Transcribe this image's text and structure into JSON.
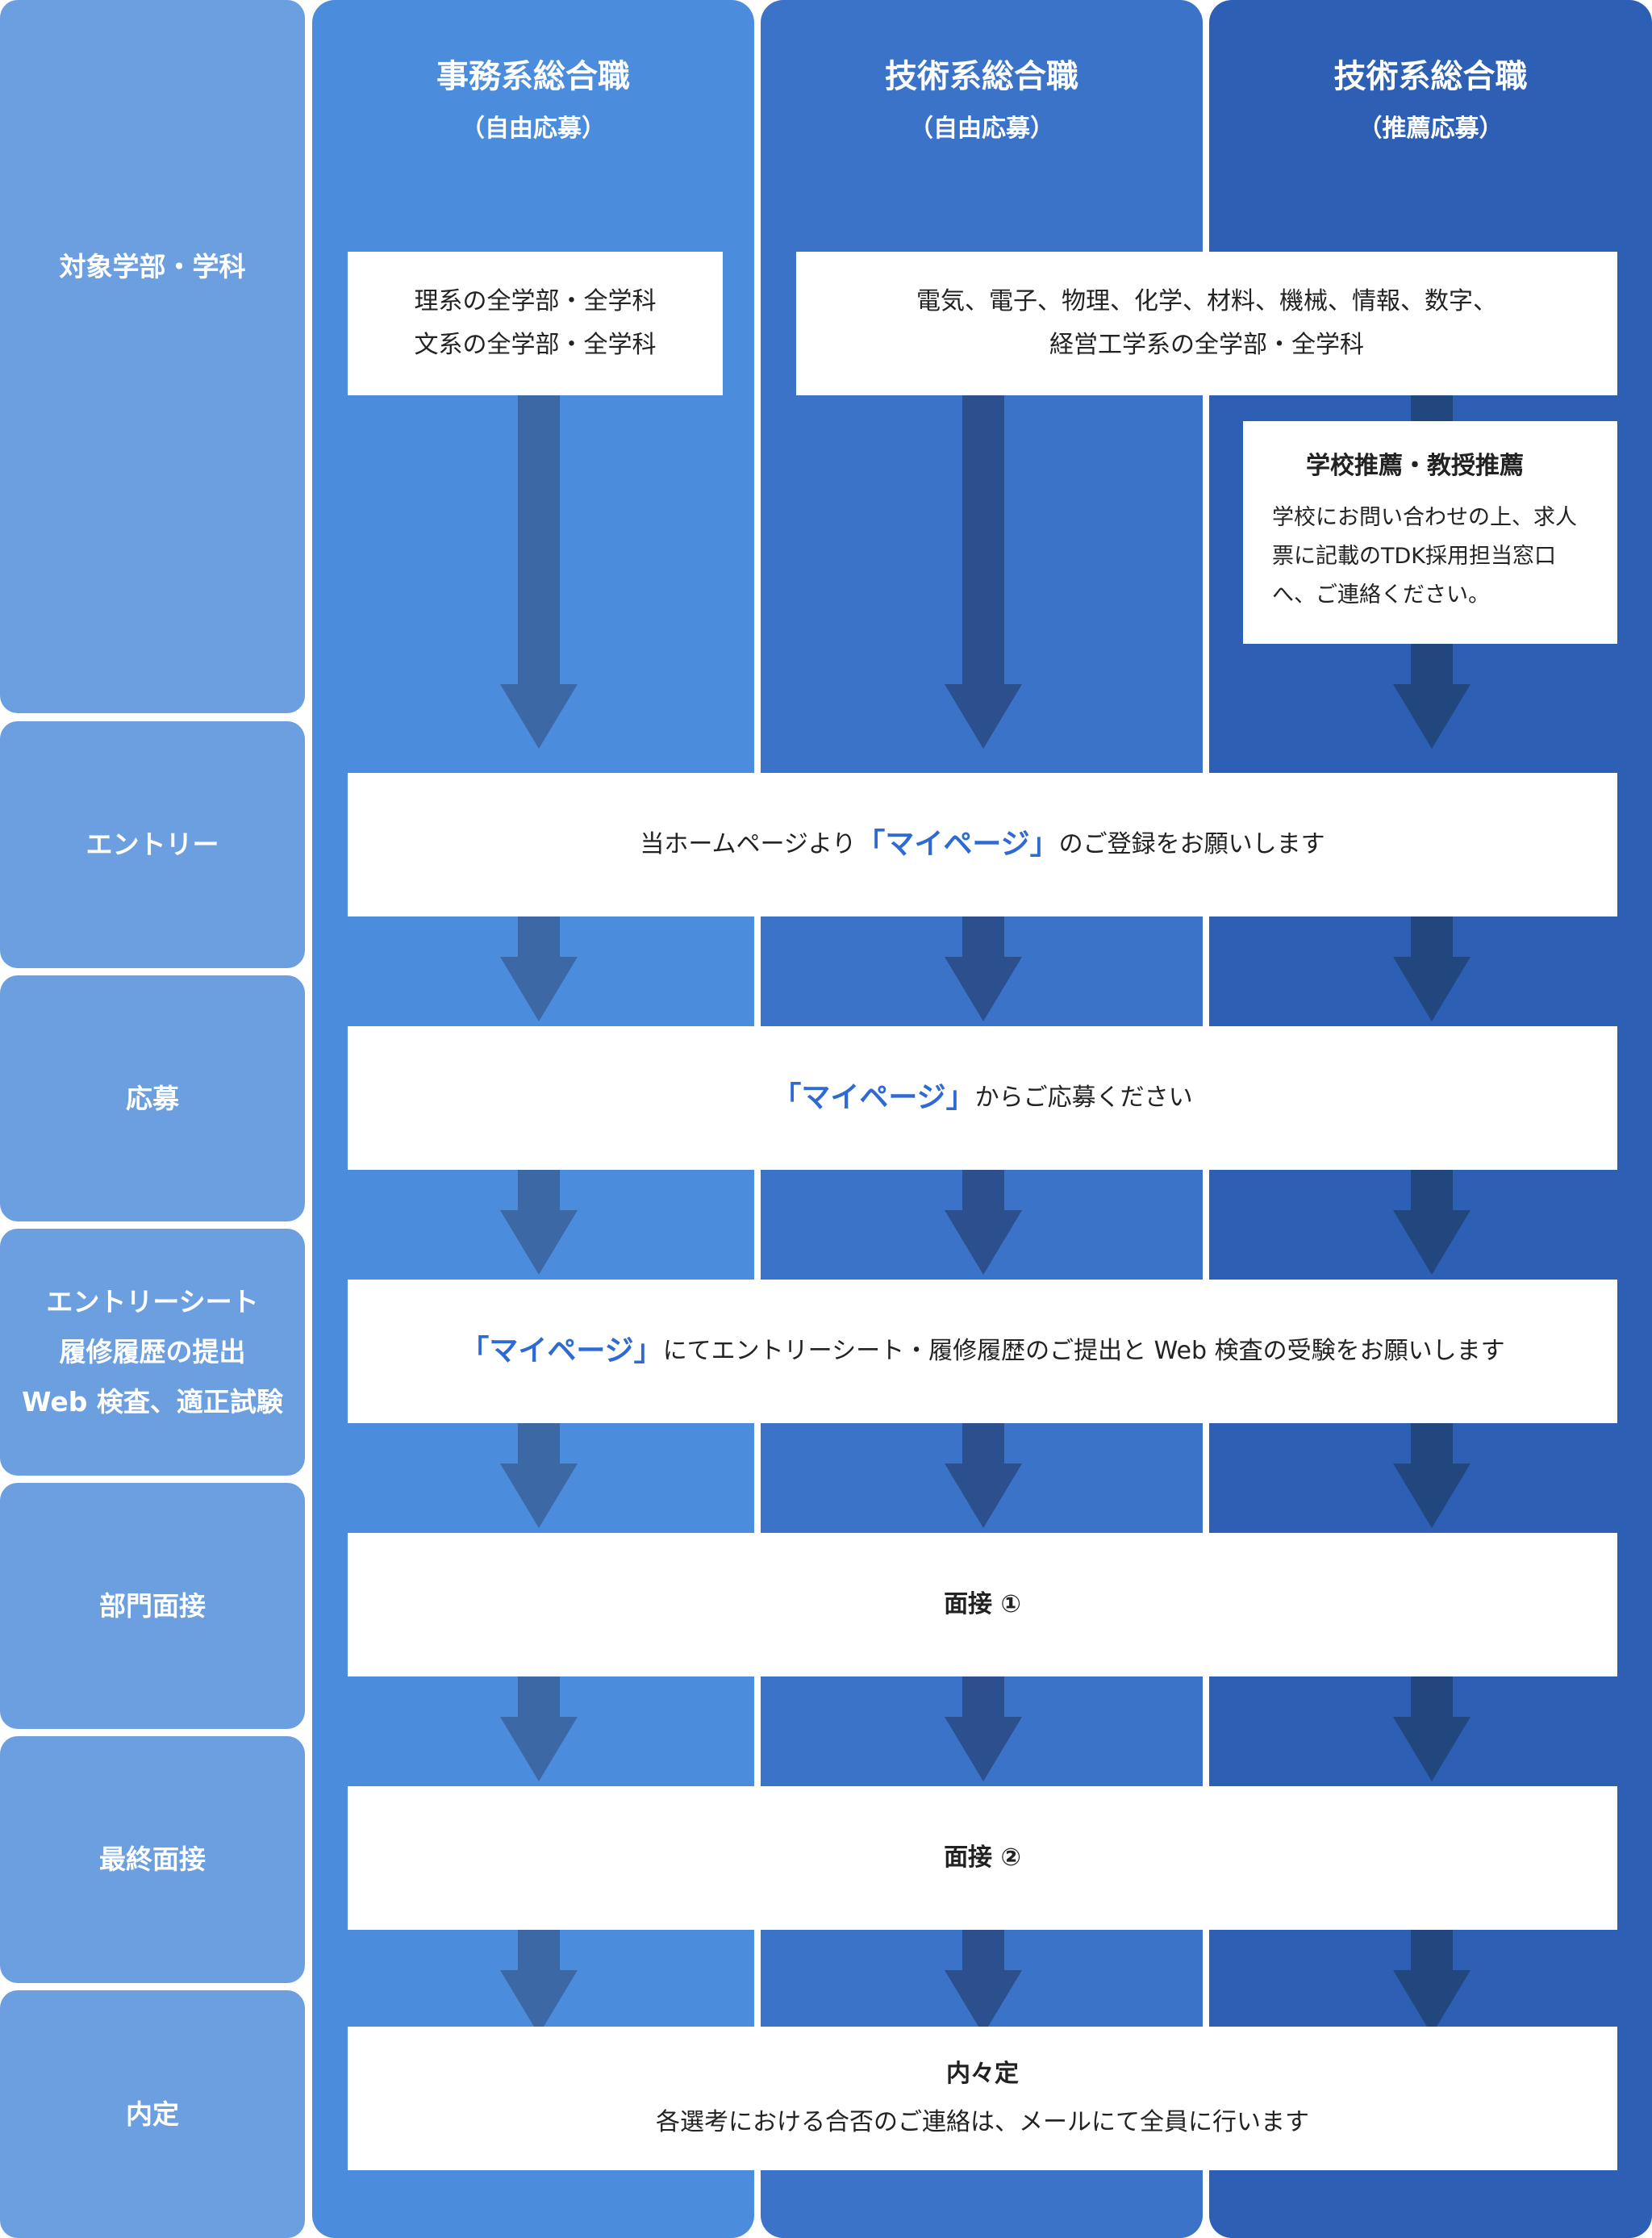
{
  "colors": {
    "label_bg": "#6b9fe0",
    "col1_bg": "#4b8cdc",
    "col2_bg": "#3a73c7",
    "col3_bg": "#2d5fb5",
    "arrow1": "#3d68a6",
    "arrow2": "#2c4f8e",
    "arrow3": "#22467e",
    "highlight": "#2f6ad4"
  },
  "columns": [
    {
      "title": "事務系総合職",
      "sub": "（自由応募）"
    },
    {
      "title": "技術系総合職",
      "sub": "（自由応募）"
    },
    {
      "title": "技術系総合職",
      "sub": "（推薦応募）"
    }
  ],
  "rows": [
    {
      "label": "対象学部・学科"
    },
    {
      "label": "エントリー"
    },
    {
      "label": "応募"
    },
    {
      "label_lines": [
        "エントリーシート",
        "履修履歴の提出",
        "Web 検査、適正試験"
      ]
    },
    {
      "label": "部門面接"
    },
    {
      "label": "最終面接"
    },
    {
      "label": "内定"
    }
  ],
  "boxes": {
    "target_col1": [
      "理系の全学部・全学科",
      "文系の全学部・全学科"
    ],
    "target_col23": [
      "電気、電子、物理、化学、材料、機械、情報、数字、",
      "経営工学系の全学部・全学科"
    ],
    "recommend_title": "学校推薦・教授推薦",
    "recommend_body": "学校にお問い合わせの上、求人票に記載のTDK採用担当窓口へ、ご連絡ください。",
    "entry_pre": "当ホームページより",
    "entry_kw": "「マイページ」",
    "entry_post": "のご登録をお願いします",
    "apply_kw": "「マイページ」",
    "apply_post": "からご応募ください",
    "es_kw": "「マイページ」",
    "es_post": "にてエントリーシート・履修履歴のご提出と Web 検査の受験をお願いします",
    "interview1": "面接 ①",
    "interview2": "面接 ②",
    "offer_title": "内々定",
    "offer_body": "各選考における合否のご連絡は、メールにて全員に行います"
  }
}
